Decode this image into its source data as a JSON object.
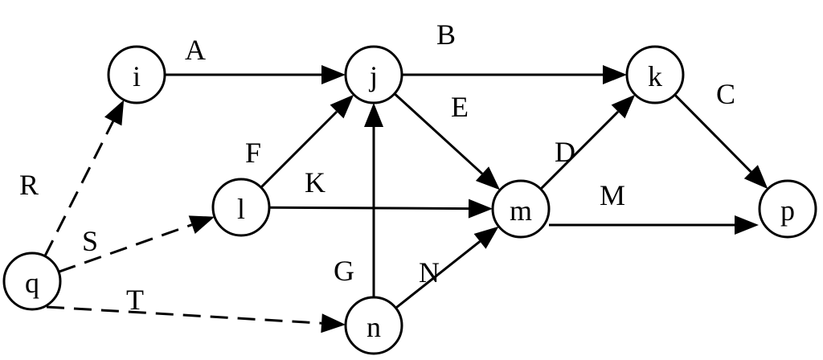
{
  "diagram": {
    "nodes": [
      {
        "id": "i",
        "label": "i"
      },
      {
        "id": "j",
        "label": "j"
      },
      {
        "id": "k",
        "label": "k"
      },
      {
        "id": "l",
        "label": "l"
      },
      {
        "id": "m",
        "label": "m"
      },
      {
        "id": "p",
        "label": "p"
      },
      {
        "id": "q",
        "label": "q"
      },
      {
        "id": "n",
        "label": "n"
      }
    ],
    "edges": [
      {
        "label": "A",
        "from": "i",
        "to": "j",
        "style": "solid"
      },
      {
        "label": "B",
        "from": "j",
        "to": "k",
        "style": "solid"
      },
      {
        "label": "C",
        "from": "k",
        "to": "p",
        "style": "solid"
      },
      {
        "label": "D",
        "from": "m",
        "to": "k",
        "style": "solid"
      },
      {
        "label": "E",
        "from": "j",
        "to": "m",
        "style": "solid"
      },
      {
        "label": "F",
        "from": "l",
        "to": "j",
        "style": "solid"
      },
      {
        "label": "G",
        "from": "n",
        "to": "j",
        "style": "solid"
      },
      {
        "label": "K",
        "from": "l",
        "to": "m",
        "style": "solid"
      },
      {
        "label": "M",
        "from": "m",
        "to": "p",
        "style": "solid"
      },
      {
        "label": "N",
        "from": "n",
        "to": "m",
        "style": "solid"
      },
      {
        "label": "R",
        "from": "q",
        "to": "i",
        "style": "dashed"
      },
      {
        "label": "S",
        "from": "q",
        "to": "l",
        "style": "dashed"
      },
      {
        "label": "T",
        "from": "q",
        "to": "n",
        "style": "dashed"
      }
    ]
  }
}
